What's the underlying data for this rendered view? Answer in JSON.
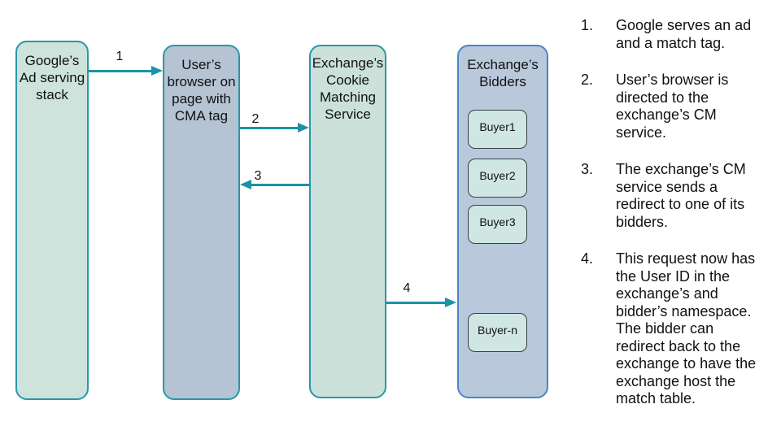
{
  "colors": {
    "teal_border": "#2b97a6",
    "teal_arrow": "#1a93a5",
    "blue_border": "#4c86c6",
    "green_fill": "#cde3db",
    "green_fill_cm": "#cbe1d9",
    "blue_fill_browser": "#b5c3d3",
    "blue_fill_bidders": "#b9c8da",
    "buyer_fill": "#cfe6e2",
    "buyer_border": "#394045",
    "text": "#111111"
  },
  "diagram": {
    "nodes": [
      {
        "id": "google-stack",
        "title": "Google’s\nAd serving\nstack"
      },
      {
        "id": "user-browser",
        "title": "User’s\nbrowser on\npage with\nCMA tag"
      },
      {
        "id": "cm-service",
        "title": "Exchange’s\nCookie\nMatching\nService"
      },
      {
        "id": "bidders",
        "title": "Exchange’s\nBidders",
        "children": [
          "Buyer1",
          "Buyer2",
          "Buyer3",
          "Buyer-n"
        ]
      }
    ],
    "arrows": [
      {
        "label": "1",
        "from": "google-stack",
        "to": "user-browser",
        "direction": "right"
      },
      {
        "label": "2",
        "from": "user-browser",
        "to": "cm-service",
        "direction": "right"
      },
      {
        "label": "3",
        "from": "cm-service",
        "to": "user-browser",
        "direction": "left"
      },
      {
        "label": "4",
        "from": "cm-service",
        "to": "bidders",
        "direction": "right"
      }
    ]
  },
  "steps": [
    {
      "num": "1.",
      "text": "Google serves an ad\nand a match tag."
    },
    {
      "num": "2.",
      "text": "User’s browser is\ndirected to the\nexchange’s CM\nservice."
    },
    {
      "num": "3.",
      "text": "The exchange’s CM\nservice sends a\nredirect to one of its\nbidders."
    },
    {
      "num": "4.",
      "text": "This request now has\nthe User ID in the\nexchange’s and\nbidder’s namespace.\nThe bidder can\nredirect back to the\nexchange to have the\nexchange host the\nmatch table."
    }
  ]
}
